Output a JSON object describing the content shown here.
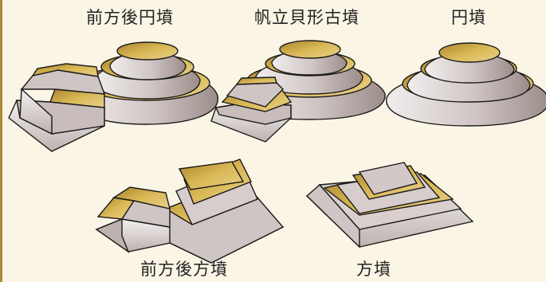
{
  "labels": {
    "zenpo_koen": "前方後円墳",
    "hotate": "帆立貝形古墳",
    "enpun": "円墳",
    "zenpo_koho": "前方後方墳",
    "hofun": "方墳"
  },
  "colors": {
    "background": "#fbf5e6",
    "frame": "#b08a3a",
    "stone_light": "#e9e4e4",
    "stone_mid": "#c9bebd",
    "stone_dark": "#9c8d8a",
    "gold": "#d9b856",
    "gold_dark": "#b08f34",
    "outline": "#1a1a1a"
  }
}
